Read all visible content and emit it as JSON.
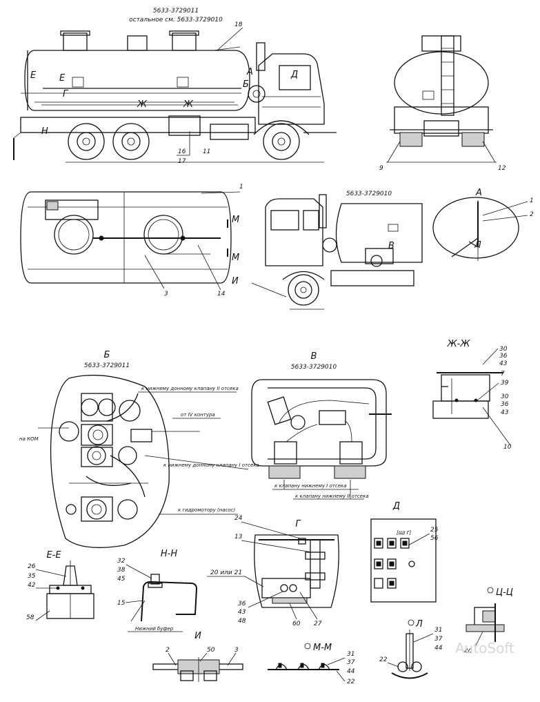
{
  "drawing": {
    "side_view": {
      "code": "5633-3729011",
      "note": "остальное см. 5633-3729010",
      "callouts": [
        "18",
        "16",
        "17",
        "11"
      ],
      "letters": [
        "Е",
        "Е",
        "Г",
        "Ж",
        "Ж",
        "А",
        "Б",
        "Д",
        "Н"
      ]
    },
    "rear_view": {
      "callouts": [
        "9",
        "12"
      ]
    },
    "top_view": {
      "callouts": [
        "1",
        "3",
        "14"
      ],
      "letters": [
        "М",
        "М",
        "И"
      ]
    },
    "cab_view": {
      "code": "5633-3729010",
      "letters": [
        "В"
      ]
    },
    "view_a": {
      "title": "А",
      "callouts": [
        "1",
        "2"
      ],
      "letters": [
        "Л"
      ]
    },
    "view_zh": {
      "title": "Ж-Ж",
      "callouts": [
        "30",
        "36",
        "43",
        "7",
        "39",
        "30",
        "36",
        "43",
        "10"
      ]
    },
    "view_b": {
      "title": "Б",
      "code": "5633-3729011",
      "labels": [
        "к нижнему донному клапану II отсека",
        "от IV контура",
        "на КОМ",
        "к нижнему донному клапану I отсека",
        "к гидромотору (насос)"
      ]
    },
    "view_v": {
      "title": "В",
      "code": "5633-3729010",
      "labels": [
        "к клапану нижнему I отсека",
        "к клапану нижнему II отсека"
      ]
    },
    "view_d": {
      "title": "Д",
      "callouts": [
        "25",
        "56"
      ],
      "panel_label": "[ЩI Г]"
    },
    "view_g": {
      "title": "Г",
      "callouts": [
        "24",
        "13",
        "20 или 21",
        "36",
        "43",
        "48",
        "60",
        "27"
      ]
    },
    "view_ee": {
      "title": "Е-Е",
      "callouts": [
        "26",
        "35",
        "42",
        "58"
      ]
    },
    "view_nn": {
      "title": "Н-Н",
      "callouts": [
        "32",
        "38",
        "45",
        "15"
      ],
      "label": "Нижний буфер"
    },
    "view_i": {
      "title": "И",
      "callouts": [
        "2",
        "50",
        "3"
      ]
    },
    "view_mm": {
      "title": "М-М",
      "callouts": [
        "31",
        "37",
        "44",
        "22"
      ]
    },
    "view_l": {
      "title": "Л",
      "callouts": [
        "31",
        "37",
        "44",
        "22"
      ]
    },
    "view_tsts": {
      "title": "Ц-Ц",
      "callouts": [
        "40"
      ]
    },
    "watermark": "AutoSoft"
  }
}
